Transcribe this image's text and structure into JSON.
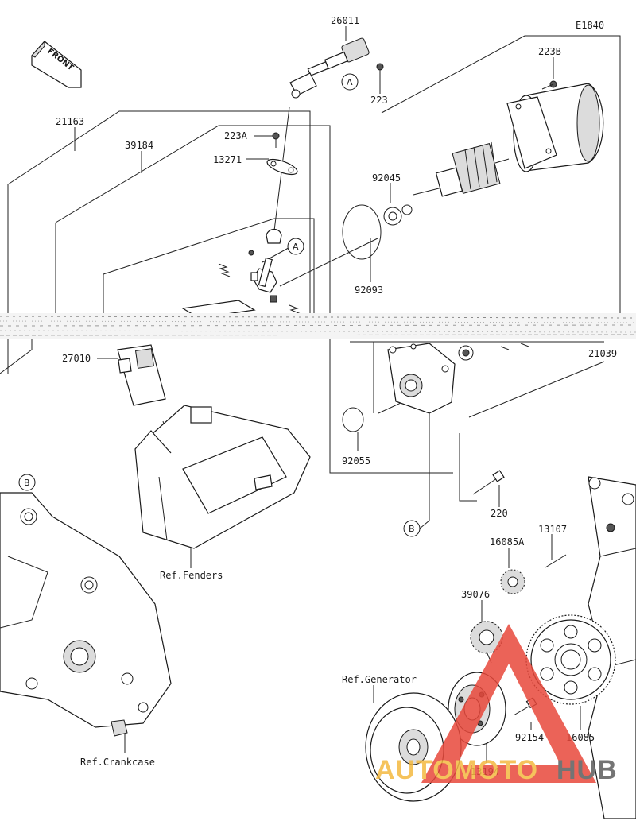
{
  "diagram_code": "E1840",
  "front_label": "FRONT",
  "callouts": {
    "a": "A",
    "b": "B"
  },
  "parts": {
    "p26011": "26011",
    "p223B": "223B",
    "p223": "223",
    "p21163": "21163",
    "p223A": "223A",
    "p39184": "39184",
    "p13271": "13271",
    "p92045": "92045",
    "p92093": "92093",
    "p27010": "27010",
    "p21039": "21039",
    "p92055": "92055",
    "p220": "220",
    "p13107": "13107",
    "p16085A": "16085A",
    "p39076": "39076",
    "p92154": "92154",
    "p16085": "16085",
    "p13194": "13194"
  },
  "references": {
    "fenders": "Ref.Fenders",
    "generator": "Ref.Generator",
    "crankcase": "Ref.Crankcase"
  },
  "watermark": {
    "brand_part1": "AUTOMOTO",
    "brand_part2": "HUB",
    "colors": {
      "orange": "#f4b940",
      "red": "#e8483b",
      "grey": "#5c5c5c"
    }
  }
}
